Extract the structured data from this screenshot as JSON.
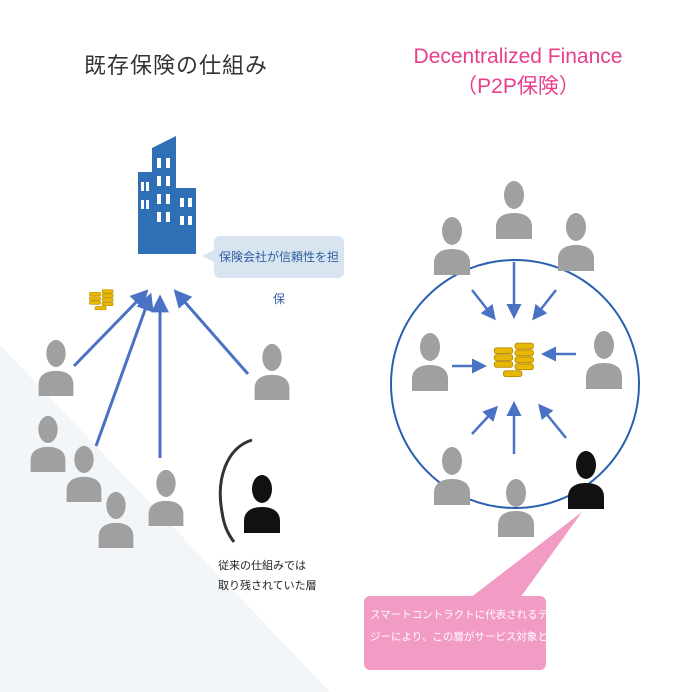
{
  "left_title": "既存保険の仕組み",
  "right_title_line1": "Decentralized Finance",
  "right_title_line2": "（P2P保険）",
  "insurer_bubble": "保険会社が信頼性を担保",
  "left_caption_line1": "従来の仕組みでは",
  "left_caption_line2": "取り残されていた層",
  "pink_bubble_line1": "スマートコントラクトに代表されるテクノロ",
  "pink_bubble_line2": "ジーにより、この層がサービス対象となる",
  "colors": {
    "person_gray": "#a0a0a0",
    "person_black": "#111111",
    "arrow_blue": "#4a72c4",
    "building_blue": "#2f6fb5",
    "coin_gold": "#e8b800",
    "pink": "#e83e8c",
    "circle_blue": "#2a5fb0"
  }
}
